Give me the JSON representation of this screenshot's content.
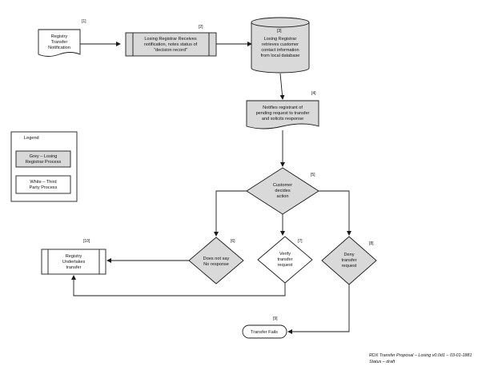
{
  "nodes": {
    "n1": {
      "number": "[1]",
      "lines": [
        "Registry",
        "Transfer",
        "Notification"
      ]
    },
    "n2": {
      "number": "[2]",
      "lines": [
        "Losing Registrar Receives",
        "notification, notes status of",
        "\"decision record\""
      ]
    },
    "n3": {
      "number": "[3]",
      "lines": [
        "Losing Registrar",
        "retrieves customer",
        "contact information",
        "from local database"
      ]
    },
    "n4": {
      "number": "[4]",
      "lines": [
        "Notifies registrant of",
        "pending request to transfer",
        "and solicits response"
      ]
    },
    "n5": {
      "number": "[5]",
      "lines": [
        "Customer",
        "decides",
        "action"
      ]
    },
    "n6": {
      "number": "[6]",
      "lines": [
        "Does not say",
        "No response"
      ]
    },
    "n7": {
      "number": "[7]",
      "lines": [
        "Verify",
        "transfer",
        "request"
      ]
    },
    "n8": {
      "number": "[8]",
      "lines": [
        "Deny",
        "transfer",
        "request"
      ]
    },
    "n9": {
      "number": "[9]",
      "lines": [
        "Transfer Fails"
      ]
    },
    "n10": {
      "number": "[10]",
      "lines": [
        "Registry",
        "Undertakes",
        "transfer"
      ]
    }
  },
  "legend": {
    "title": "Legend",
    "grey_lines": [
      "Grey – Losing",
      "Registrar Process"
    ],
    "white_lines": [
      "White – Third",
      "Party Process"
    ]
  },
  "footer": {
    "line1": "RDX Transfer Proposal – Losing v0.0d1 – 03-01-1881",
    "line2": "Status – draft"
  },
  "colors": {
    "grey_fill": "#d9d9d9",
    "white_fill": "#ffffff",
    "stroke": "#1a1a1a"
  }
}
